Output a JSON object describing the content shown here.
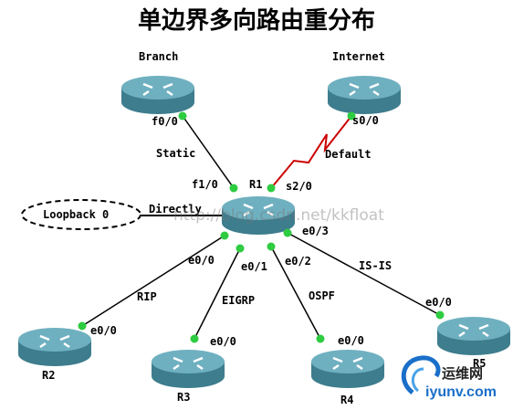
{
  "title": "单边界多向路由重分布",
  "colors": {
    "link": "#000000",
    "serial_link": "#cc0000",
    "port": "#2ecc40",
    "router_top": "#5f9fb0",
    "router_side": "#3d7d8d",
    "logo_blue": "#1a6fc9"
  },
  "devices": {
    "branch": "Branch",
    "internet": "Internet",
    "r1": "R1",
    "r2": "R2",
    "r3": "R3",
    "r4": "R4",
    "r5": "R5",
    "loopback": "Loopback 0"
  },
  "interfaces": {
    "branch_f00": "f0/0",
    "r1_f10": "f1/0",
    "internet_s00": "s0/0",
    "r1_s20": "s2/0",
    "r1_e00": "e0/0",
    "r1_e01": "e0/1",
    "r1_e02": "e0/2",
    "r1_e03": "e0/3",
    "r2_e00": "e0/0",
    "r3_e00": "e0/0",
    "r4_e00": "e0/0",
    "r5_e00": "e0/0"
  },
  "protocols": {
    "static": "Static",
    "default": "Default",
    "directly": "Directly",
    "rip": "RIP",
    "eigrp": "EIGRP",
    "ospf": "OSPF",
    "isis": "IS-IS"
  },
  "watermark": "http://blog.csdn.net/kkfloat",
  "site_logo": {
    "name": "运维网",
    "url": "iyunv.com"
  }
}
